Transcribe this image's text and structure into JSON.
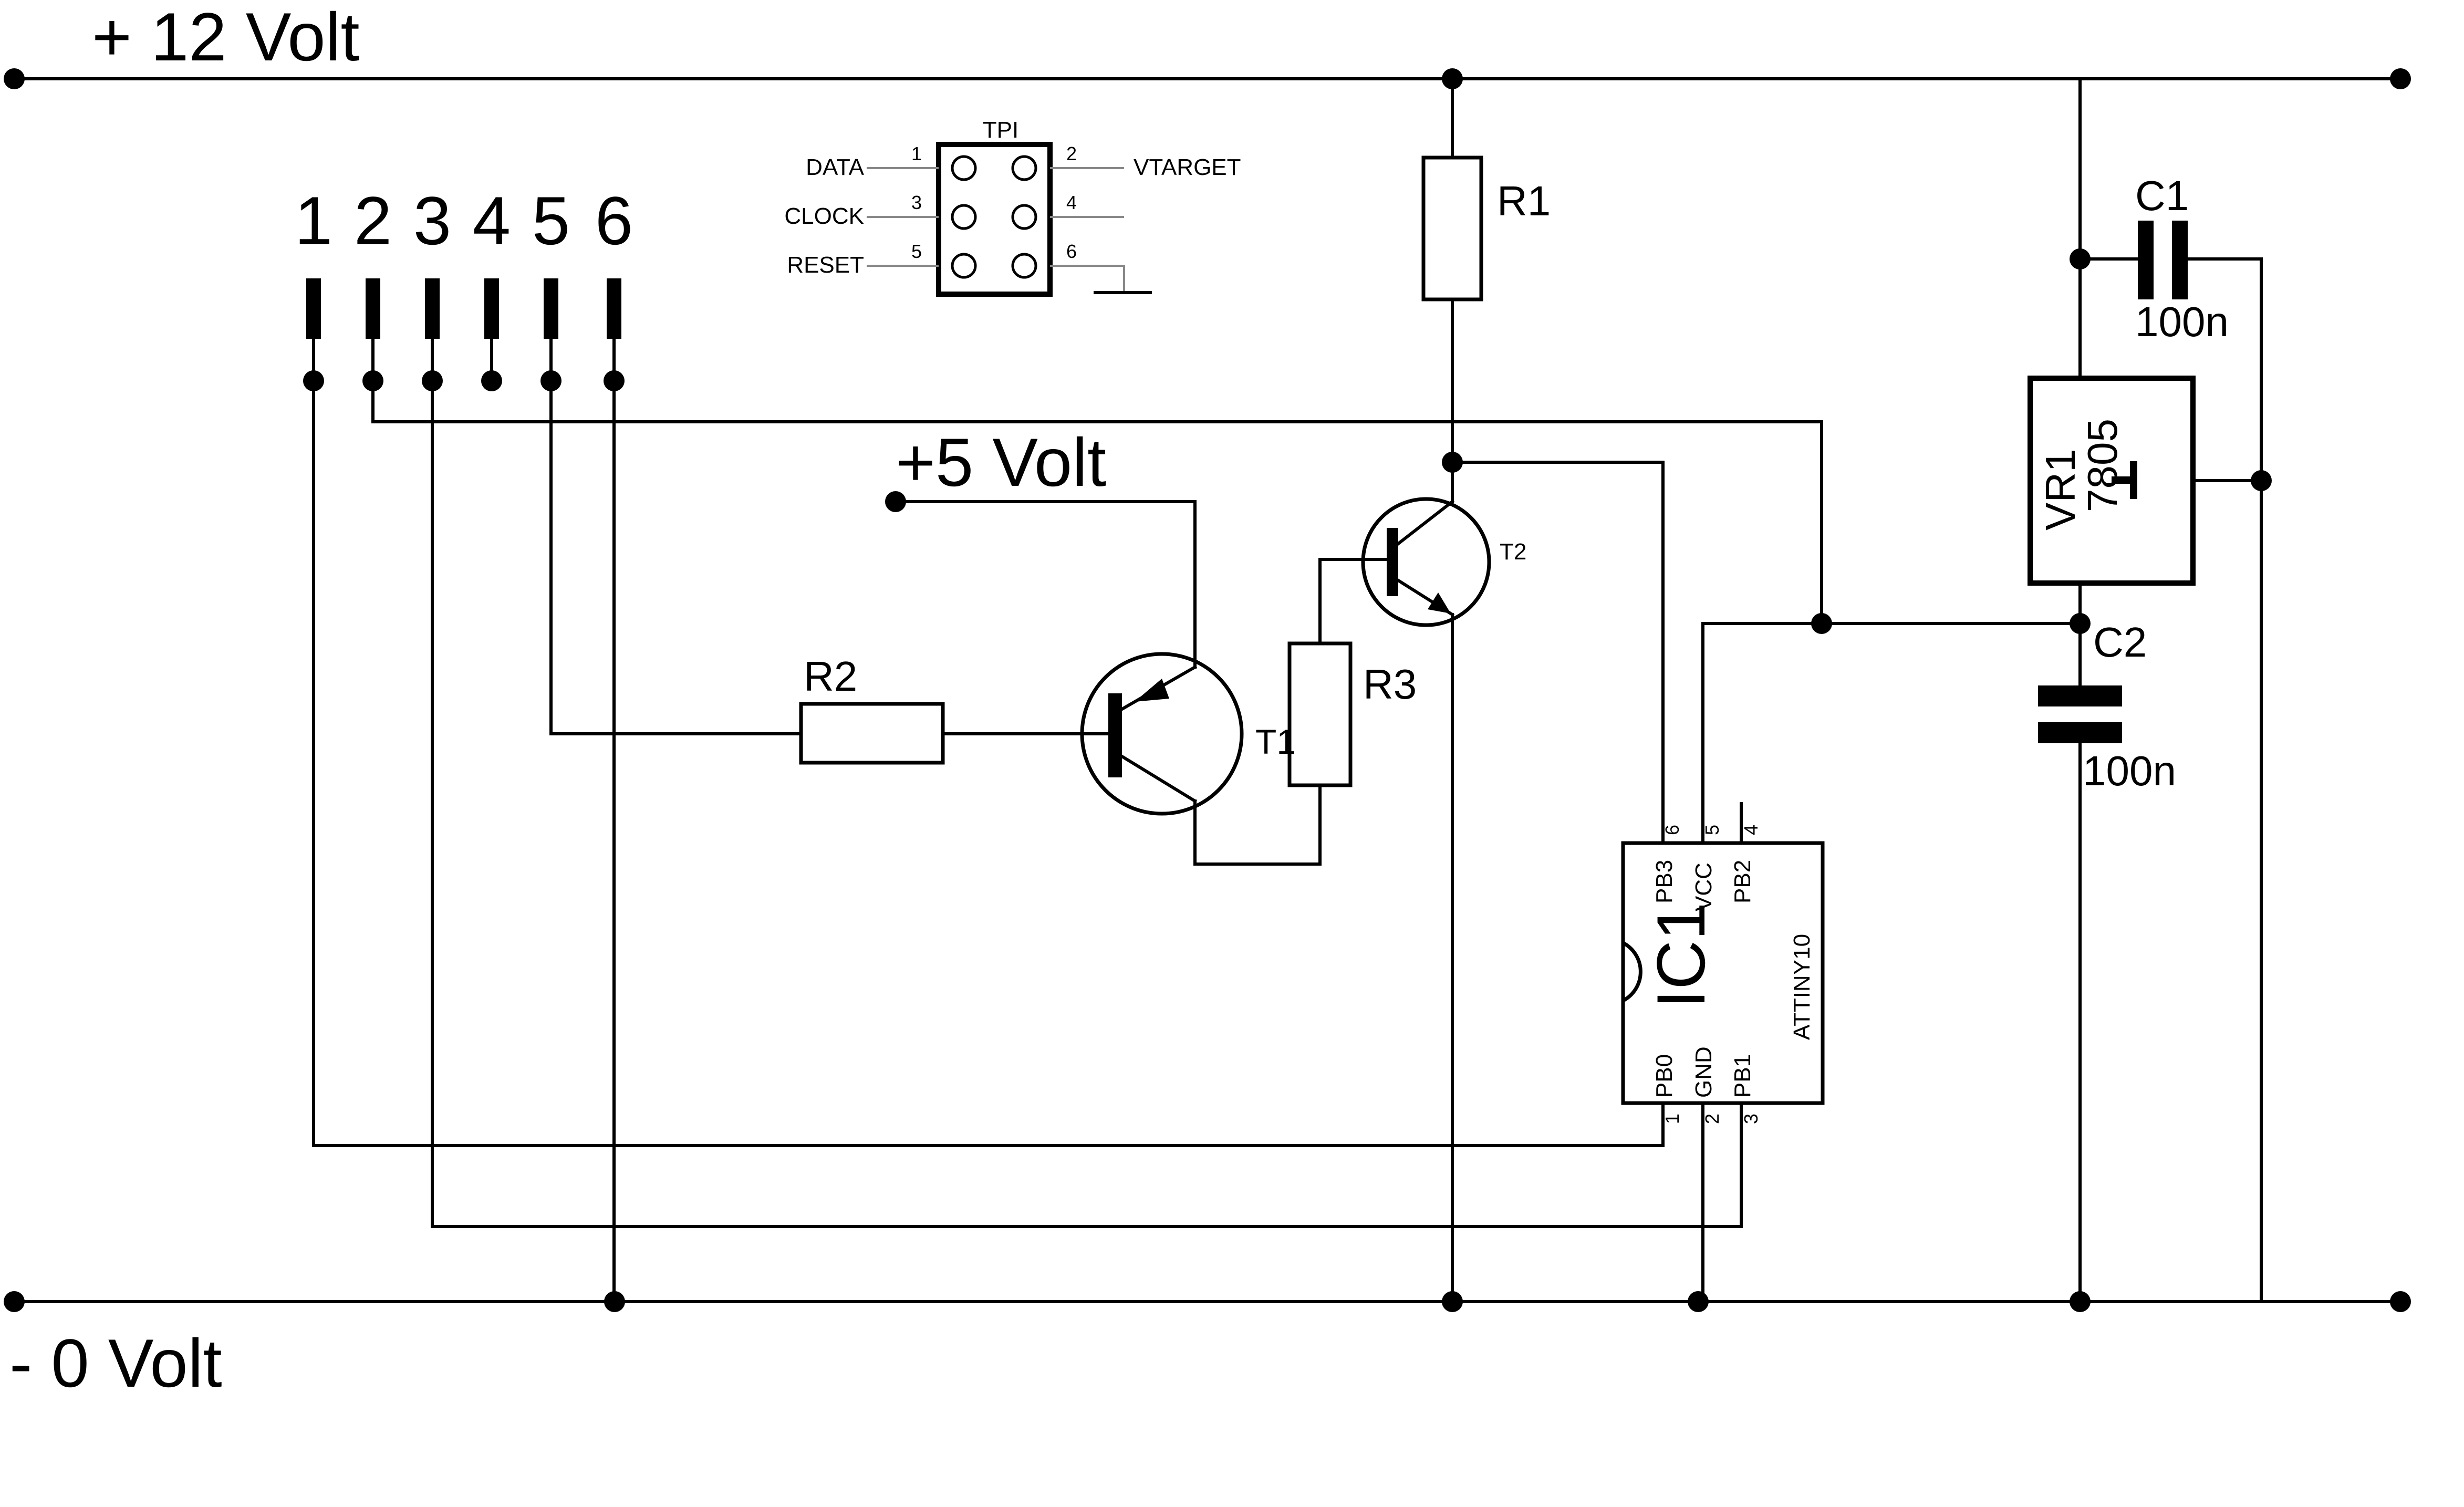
{
  "rails": {
    "top_label": "+ 12 Volt",
    "bottom_label": "- 0 Volt",
    "supply5_label": "+5 Volt"
  },
  "connector": {
    "pins": [
      "1",
      "2",
      "3",
      "4",
      "5",
      "6"
    ]
  },
  "tpi": {
    "title": "TPI",
    "left": [
      {
        "num": "1",
        "name": "DATA"
      },
      {
        "num": "3",
        "name": "CLOCK"
      },
      {
        "num": "5",
        "name": "RESET"
      }
    ],
    "right": [
      {
        "num": "2",
        "name": "VTARGET"
      },
      {
        "num": "4",
        "name": ""
      },
      {
        "num": "6",
        "name": ""
      }
    ]
  },
  "components": {
    "r1": "R1",
    "r2": "R2",
    "r3": "R3",
    "t1": "T1",
    "t2": "T2",
    "c1": {
      "name": "C1",
      "value": "100n"
    },
    "c2": {
      "name": "C2",
      "value": "100n"
    },
    "vr1": {
      "name": "VR1",
      "part": "7805"
    },
    "ic1": {
      "name": "IC1",
      "part": "ATTINY10",
      "top_pins": [
        {
          "num": "6",
          "name": "PB3"
        },
        {
          "num": "5",
          "name": "VCC"
        },
        {
          "num": "4",
          "name": "PB2"
        }
      ],
      "bottom_pins": [
        {
          "num": "1",
          "name": "PB0"
        },
        {
          "num": "2",
          "name": "GND"
        },
        {
          "num": "3",
          "name": "PB1"
        }
      ]
    }
  }
}
